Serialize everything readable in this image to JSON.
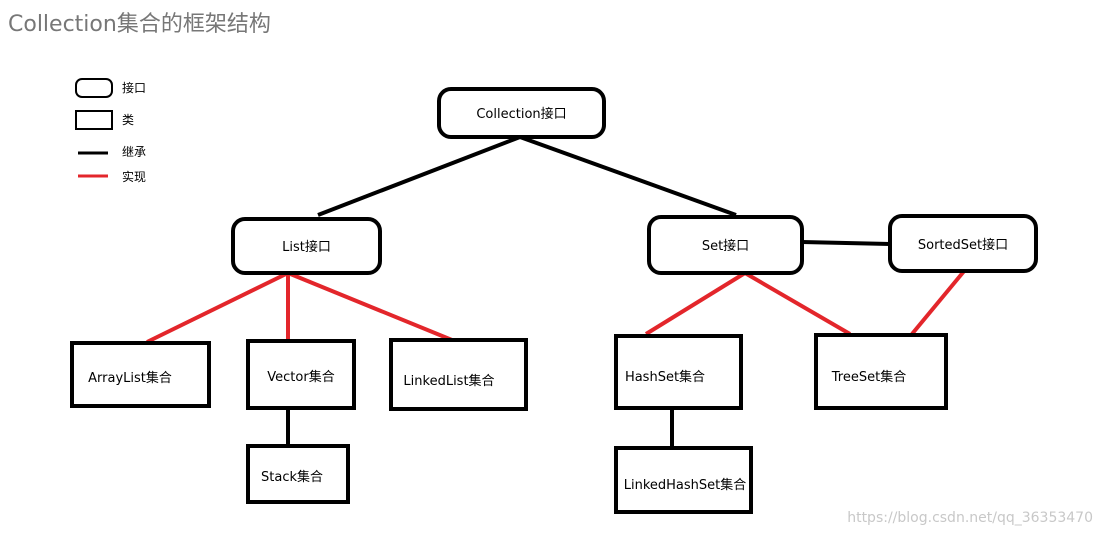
{
  "title": "Collection集合的框架结构",
  "legend": {
    "interface": "接口",
    "class": "类",
    "inherit": "继承",
    "implement": "实现"
  },
  "colors": {
    "inherit": "#000000",
    "implement": "#e3262b",
    "watermark": "#c8c8c8",
    "title": "#777777"
  },
  "nodes": {
    "collection": "Collection接口",
    "list": "List接口",
    "set": "Set接口",
    "sortedset": "SortedSet接口",
    "arraylist": "ArrayList集合",
    "vector": "Vector集合",
    "linkedlist": "LinkedList集合",
    "stack": "Stack集合",
    "hashset": "HashSet集合",
    "treeset": "TreeSet集合",
    "linkedhashset": "LinkedHashSet集合"
  },
  "watermark": "https://blog.csdn.net/qq_36353470"
}
